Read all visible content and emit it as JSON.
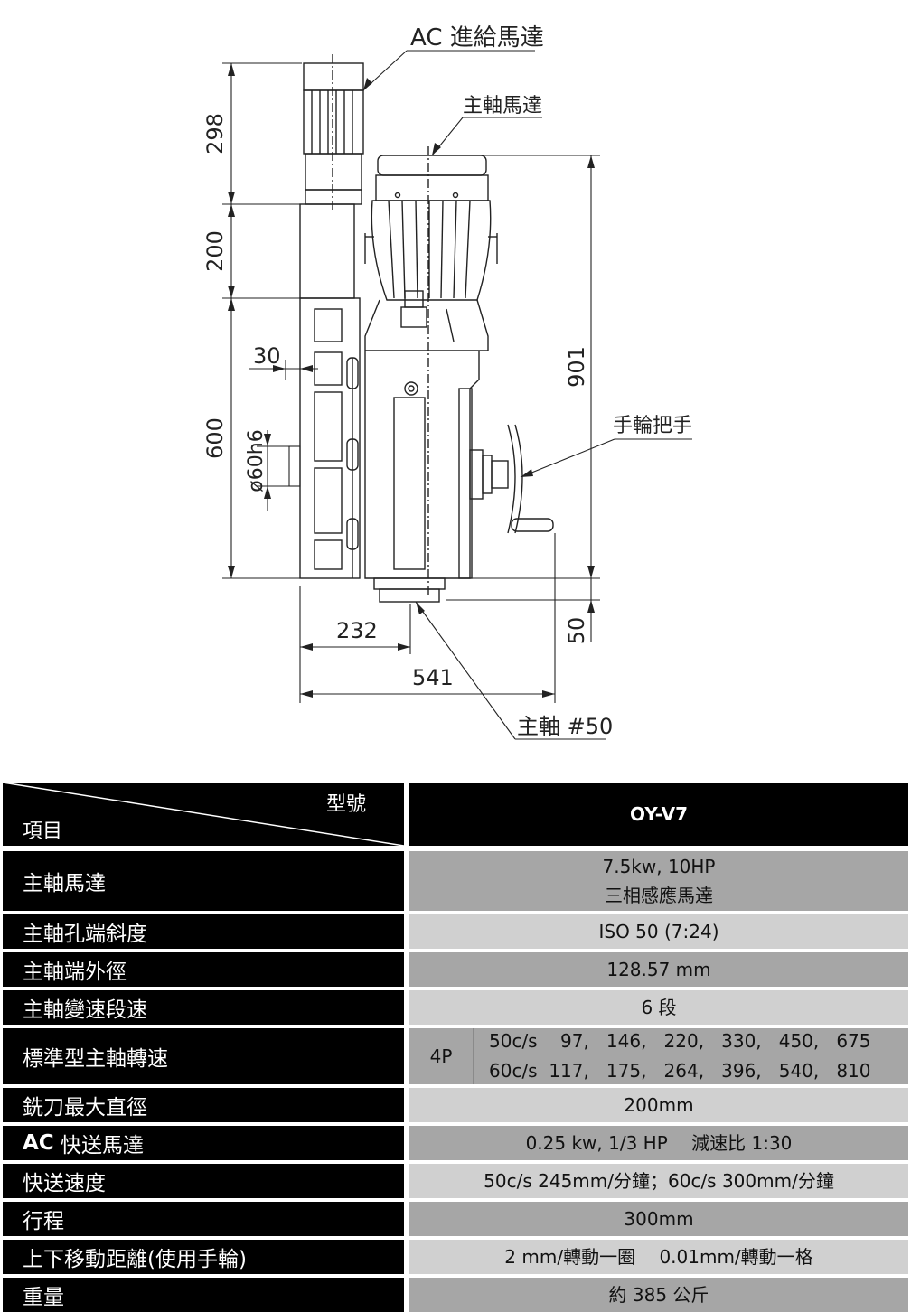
{
  "drawing": {
    "labels": {
      "ac_feed_motor": "AC 進給馬達",
      "spindle_motor": "主軸馬達",
      "handwheel": "手輪把手",
      "spindle_taper": "主軸 #50"
    },
    "dims": {
      "d298": "298",
      "d200": "200",
      "d600": "600",
      "d30": "30",
      "d60h6": "ø60h6",
      "d901": "901",
      "d50": "50",
      "d232": "232",
      "d541": "541"
    }
  },
  "table": {
    "header": {
      "model_label": "型號",
      "item_label": "項目",
      "model_value": "OY-V7"
    },
    "rows": {
      "spindle_motor": {
        "label": "主軸馬達",
        "value_line1": "7.5kw, 10HP",
        "value_line2": "三相感應馬達"
      },
      "spindle_taper": {
        "label": "主軸孔端斜度",
        "value": "ISO 50 (7:24)"
      },
      "spindle_od": {
        "label": "主軸端外徑",
        "value": "128.57 mm"
      },
      "speed_steps": {
        "label": "主軸變速段速",
        "value": "6 段"
      },
      "std_rpm": {
        "label": "標準型主軸轉速",
        "poles": "4P",
        "line_50": "50c/s    97,   146,   220,   330,   450,   675",
        "line_60": "60c/s  117,   175,   264,   396,   540,   810"
      },
      "cutter_dia": {
        "label": "銑刀最大直徑",
        "value": "200mm"
      },
      "ac_feed_motor": {
        "label_bold": "AC",
        "label_rest": " 快送馬達",
        "value": "0.25 kw, 1/3 HP　 減速比  1:30"
      },
      "feed_speed": {
        "label": "快送速度",
        "value": "50c/s 245mm/分鐘；60c/s 300mm/分鐘"
      },
      "stroke": {
        "label": "行程",
        "value": "300mm"
      },
      "handwheel_dist": {
        "label": "上下移動距離(使用手輪)",
        "value": "2 mm/轉動一圈　 0.01mm/轉動一格"
      },
      "weight": {
        "label": "重量",
        "value": "約  385  公斤"
      }
    }
  }
}
